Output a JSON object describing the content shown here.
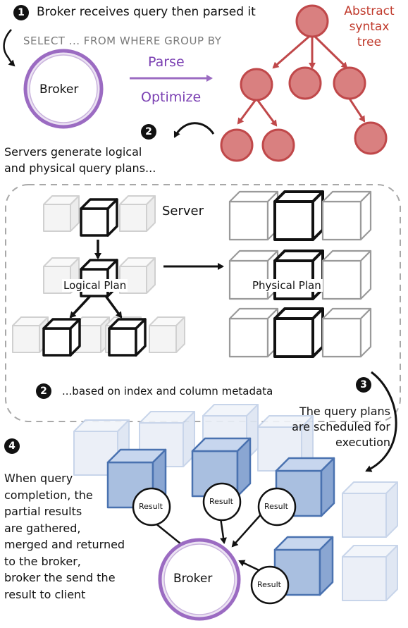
{
  "step1": {
    "badge": "1",
    "caption": "Broker receives query then parsed it",
    "sql": "SELECT ... FROM WHERE GROUP BY",
    "broker_label": "Broker",
    "parse_label": "Parse",
    "optimize_label": "Optimize",
    "ast_label_line1": "Abstract",
    "ast_label_line2": "syntax",
    "ast_label_line3": "tree"
  },
  "step2": {
    "badge": "2",
    "caption_line1": "Servers generate logical",
    "caption_line2": "and physical query plans...",
    "server_label": "Server",
    "logical_plan_label": "Logical Plan",
    "physical_plan_label": "Physical Plan",
    "footnote_badge": "2",
    "footnote": "...based on index and column metadata"
  },
  "step3": {
    "badge": "3",
    "caption_line1": "The query plans",
    "caption_line2": "are scheduled for",
    "caption_line3": "execution"
  },
  "step4": {
    "badge": "4",
    "lines": [
      "When query",
      "completion, the",
      "partial results",
      "are gathered,",
      "merged and returned",
      "to the broker,",
      "broker the send the",
      "result to client"
    ],
    "result_label": "Result",
    "broker_label": "Broker"
  },
  "colors": {
    "purple": "#9b6bc2",
    "ast_red": "#c0484a",
    "ast_fill": "#d98080",
    "blue": "#4a72b0",
    "blue_fill": "#a9bfe0",
    "ink": "#111111"
  }
}
